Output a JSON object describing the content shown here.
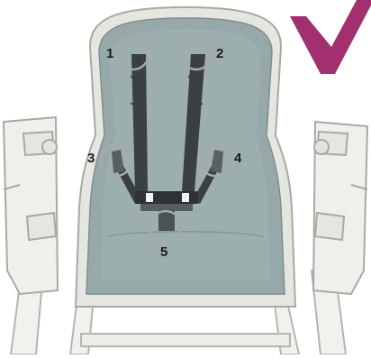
{
  "labels": {
    "p1": "1",
    "p2": "2",
    "p3": "3",
    "p4": "4",
    "p5": "5"
  },
  "colors": {
    "seat": "#97a8a8",
    "seat_light": "#aebcbc",
    "frame": "#e9e9e4",
    "frame_line": "#a9a9a4",
    "strap": "#3a3f42",
    "circle": "#a9a9a9",
    "check": "#a2306f"
  },
  "icons": {
    "check": "checkmark-icon"
  }
}
